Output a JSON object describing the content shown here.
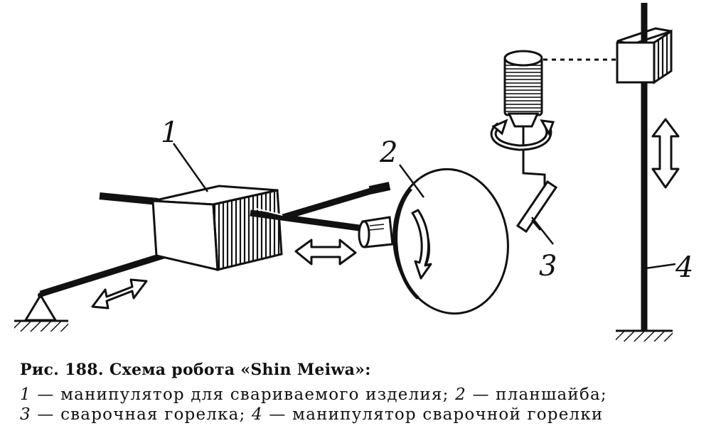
{
  "figure": {
    "labels": {
      "manipulator_product": "1",
      "faceplate": "2",
      "torch": "3",
      "torch_manipulator": "4"
    }
  },
  "caption": {
    "title": "Рис. 188. Схема робота «Shin Meiwa»:",
    "legend": [
      {
        "num": "1",
        "text": " — манипулятор для свариваемого изделия; "
      },
      {
        "num": "2",
        "text": " — планшайба;"
      },
      {
        "num": "3",
        "text": " — сварочная горелка; "
      },
      {
        "num": "4",
        "text": " — манипулятор сварочной горелки"
      }
    ]
  }
}
